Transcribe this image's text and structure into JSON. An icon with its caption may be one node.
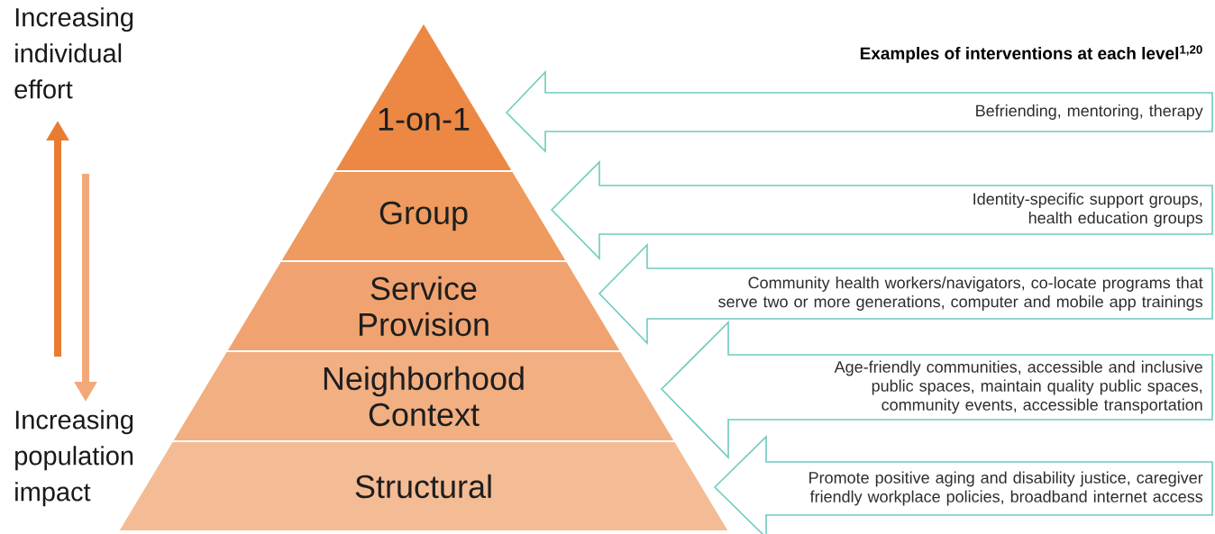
{
  "diagram": {
    "title": "Examples of interventions at each level$^{1,20}$",
    "nodes": [
      {
        "text": [
          "1-on-1"
        ]
      },
      {
        "text": [
          "Group"
        ]
      },
      {
        "text": [
          "Service Provision"
        ]
      },
      {
        "text": [
          "Neighborhood Context"
        ]
      },
      {
        "text": [
          "Structural"
        ]
      },
      {
        "text": [
          "Befriending, mentoring, therapy"
        ]
      },
      {
        "text": [
          "Identity-specific support groups, health education groups"
        ]
      },
      {
        "text": [
          "Community health workers/navigators, co-locate programs that serve two or more generations, computer and mobile app trainings"
        ]
      },
      {
        "text": [
          "Age-friendly communities, accessible and inclusive public spaces, maintain quality public spaces, community events, accessible transportation"
        ]
      },
      {
        "text": [
          "Promote positive aging and disability justice, caregiver friendly workplace policies, broadband internet access"
        ]
      }
    ],
    "labels": [
      "Increasing individual effort",
      "Increasing population impact"
    ]
  }
}
